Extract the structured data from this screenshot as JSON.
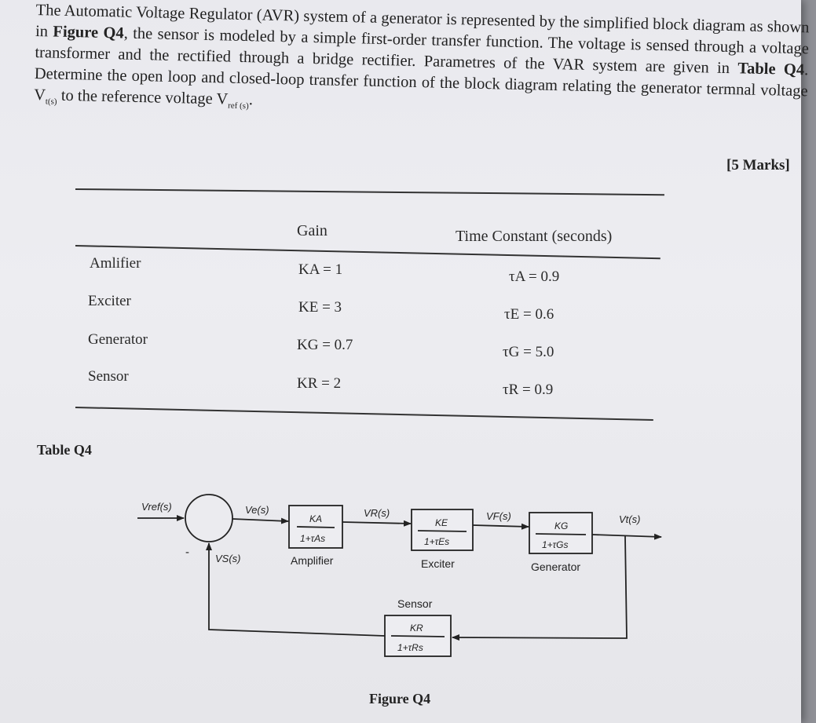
{
  "question": {
    "p1": "The Automatic Voltage Regulator (AVR) system of a generator is represented by the simplified block diagram as shown in ",
    "fig_ref": "Figure Q4",
    "p2": ", the sensor is modeled by a simple first-order transfer function. The voltage is sensed through a voltage transformer and the rectified through a bridge rectifier. Parametres of the VAR system are given in ",
    "table_ref": "Table Q4",
    "p3": ". Determine the open loop and closed-loop transfer function of the block diagram relating the generator termnal voltage V",
    "vt_sub": "t(s)",
    "p4": " to the reference voltage V",
    "vref_sub": "ref (s)",
    "p5": "."
  },
  "marks": "[5 Marks]",
  "table": {
    "headers": {
      "gain": "Gain",
      "time": "Time Constant (seconds)"
    },
    "rows": [
      {
        "name": "Amlifier",
        "gain": "KA = 1",
        "tau": "τA = 0.9"
      },
      {
        "name": "Exciter",
        "gain": "KE = 3",
        "tau": "τE = 0.6"
      },
      {
        "name": "Generator",
        "gain": "KG = 0.7",
        "tau": "τG = 5.0"
      },
      {
        "name": "Sensor",
        "gain": "KR = 2",
        "tau": "τR = 0.9"
      }
    ],
    "caption": "Table Q4"
  },
  "diagram": {
    "vref": "Vref(s)",
    "ve": "Ve(s)",
    "vr": "VR(s)",
    "vf": "VF(s)",
    "vt": "Vt(s)",
    "vs": "VS(s)",
    "minus": "-",
    "amp": {
      "num": "KA",
      "den": "1+τAs",
      "label": "Amplifier"
    },
    "exc": {
      "num": "KE",
      "den": "1+τEs",
      "label": "Exciter"
    },
    "gen": {
      "num": "KG",
      "den": "1+τGs",
      "label": "Generator"
    },
    "sen": {
      "num": "KR",
      "den": "1+τRs",
      "label": "Sensor"
    },
    "caption": "Figure Q4"
  }
}
